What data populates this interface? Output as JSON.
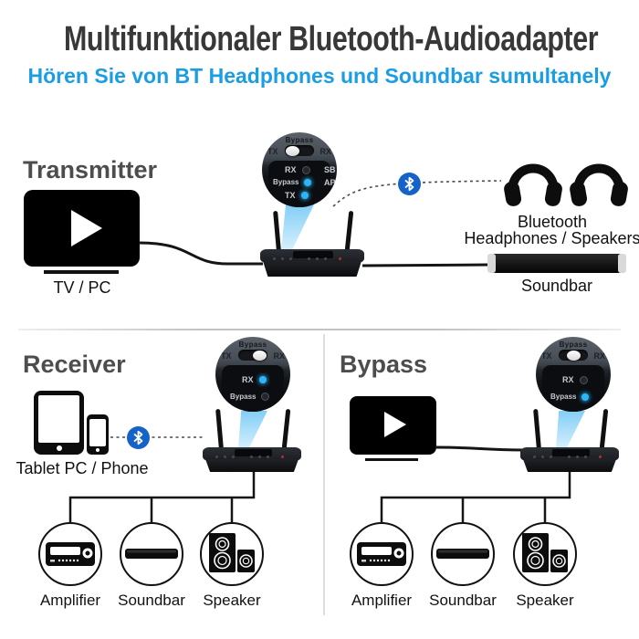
{
  "header": {
    "title": "Multifunktionaler Bluetooth-Audioadapter",
    "subtitle": "Hören Sie von BT Headphones und Soundbar sumultanely"
  },
  "labels": {
    "tv_pc": "TV / PC",
    "tablet_phone": "Tablet PC / Phone",
    "bt_line1": "Bluetooth",
    "bt_line2": "Headphones / Speakers",
    "soundbar": "Soundbar"
  },
  "sections": {
    "transmitter": {
      "heading": "Transmitter",
      "callout": {
        "top_label": "Bypass",
        "left_label": "TX",
        "right_label": "RX",
        "knob_position": "left",
        "rows": [
          {
            "label": "RX",
            "state": "off",
            "side_label": "SB"
          },
          {
            "label": "Bypass",
            "state": "on",
            "side_label": "AP"
          },
          {
            "label": "TX",
            "state": "on",
            "side_label": ""
          }
        ]
      }
    },
    "receiver": {
      "heading": "Receiver",
      "callout": {
        "top_label": "Bypass",
        "left_label": "TX",
        "right_label": "RX",
        "knob_position": "right",
        "rows": [
          {
            "label": "RX",
            "state": "on"
          },
          {
            "label": "Bypass",
            "state": "off"
          }
        ]
      },
      "outputs": [
        {
          "label": "Amplifier"
        },
        {
          "label": "Soundbar"
        },
        {
          "label": "Speaker"
        }
      ]
    },
    "bypass": {
      "heading": "Bypass",
      "callout": {
        "top_label": "Bypass",
        "left_label": "TX",
        "right_label": "RX",
        "knob_position": "center",
        "rows": [
          {
            "label": "RX",
            "state": "off"
          },
          {
            "label": "Bypass",
            "state": "on"
          }
        ]
      },
      "outputs": [
        {
          "label": "Amplifier"
        },
        {
          "label": "Soundbar"
        },
        {
          "label": "Speaker"
        }
      ]
    }
  },
  "colors": {
    "subtitle_blue": "#1b9de3",
    "bluetooth_badge_blue": "#1563c8",
    "led_blue": "#2db5f5",
    "beam_blue": "#7ccbf6",
    "heading_gray": "#4d4d4d"
  }
}
